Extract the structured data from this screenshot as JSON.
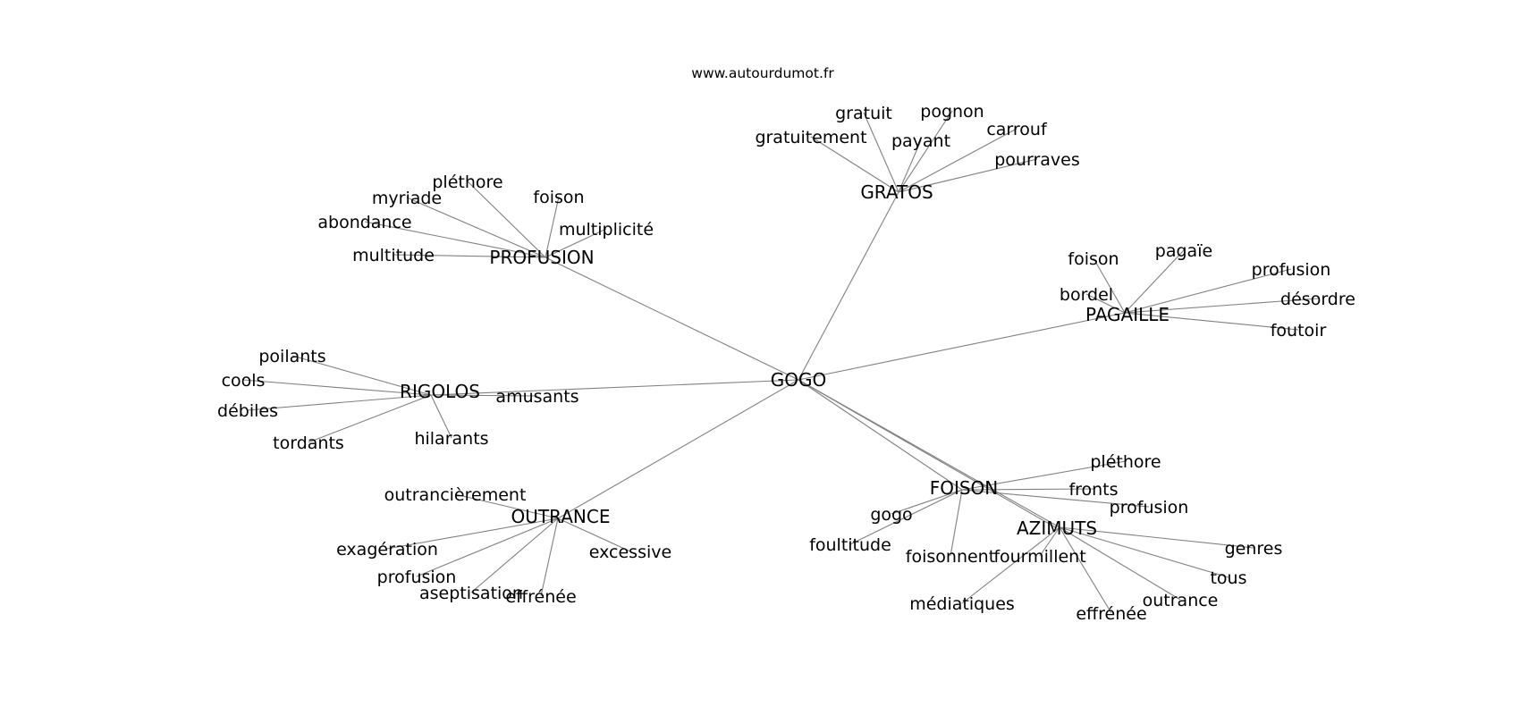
{
  "site": "www.autourdumot.fr",
  "graph": {
    "center": "GOGO",
    "hubs": [
      {
        "id": "gratos",
        "label": "GRATOS",
        "words": [
          "gratuit",
          "pognon",
          "gratuitement",
          "payant",
          "carrouf",
          "pourraves"
        ]
      },
      {
        "id": "profusion",
        "label": "PROFUSION",
        "words": [
          "pléthore",
          "myriade",
          "foison",
          "abondance",
          "multiplicité",
          "multitude"
        ]
      },
      {
        "id": "pagaille",
        "label": "PAGAILLE",
        "words": [
          "foison",
          "pagaïe",
          "profusion",
          "bordel",
          "désordre",
          "foutoir"
        ]
      },
      {
        "id": "rigolos",
        "label": "RIGOLOS",
        "words": [
          "poilants",
          "cools",
          "amusants",
          "débiles",
          "hilarants",
          "tordants"
        ]
      },
      {
        "id": "outrance",
        "label": "OUTRANCE",
        "words": [
          "outrancièrement",
          "exagération",
          "excessive",
          "profusion",
          "aseptisation",
          "effrénée"
        ]
      },
      {
        "id": "foison",
        "label": "FOISON",
        "words": [
          "pléthore",
          "fronts",
          "profusion",
          "gogo",
          "foultitude",
          "foisonnent"
        ]
      },
      {
        "id": "azimuts",
        "label": "AZIMUTS",
        "words": [
          "fourmillent",
          "genres",
          "tous",
          "outrance",
          "effrénée",
          "médiatiques"
        ]
      }
    ]
  }
}
